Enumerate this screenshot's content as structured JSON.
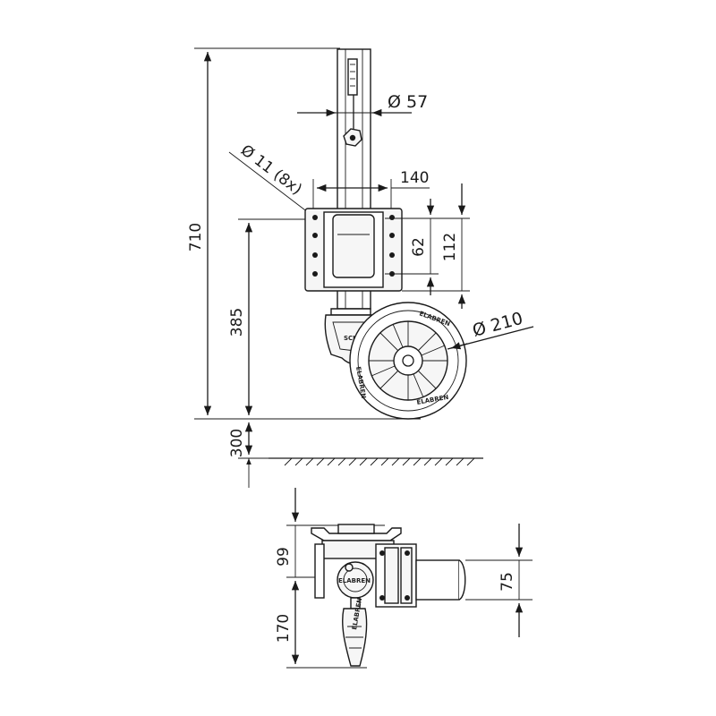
{
  "dimensions": {
    "diameter_tube": "Ø 57",
    "hole": "Ø 11 (8x)",
    "plate_width": "140",
    "hole_spacing": "62",
    "plate_height": "112",
    "wheel_diameter": "Ø 210",
    "total_height": "710",
    "wheel_center_height": "385",
    "stroke": "300",
    "top_view_offset": "99",
    "crank_length": "170",
    "tube_offset": "75"
  },
  "markings": {
    "brand": "SCHOTT",
    "tire_text": "ELABREN"
  }
}
